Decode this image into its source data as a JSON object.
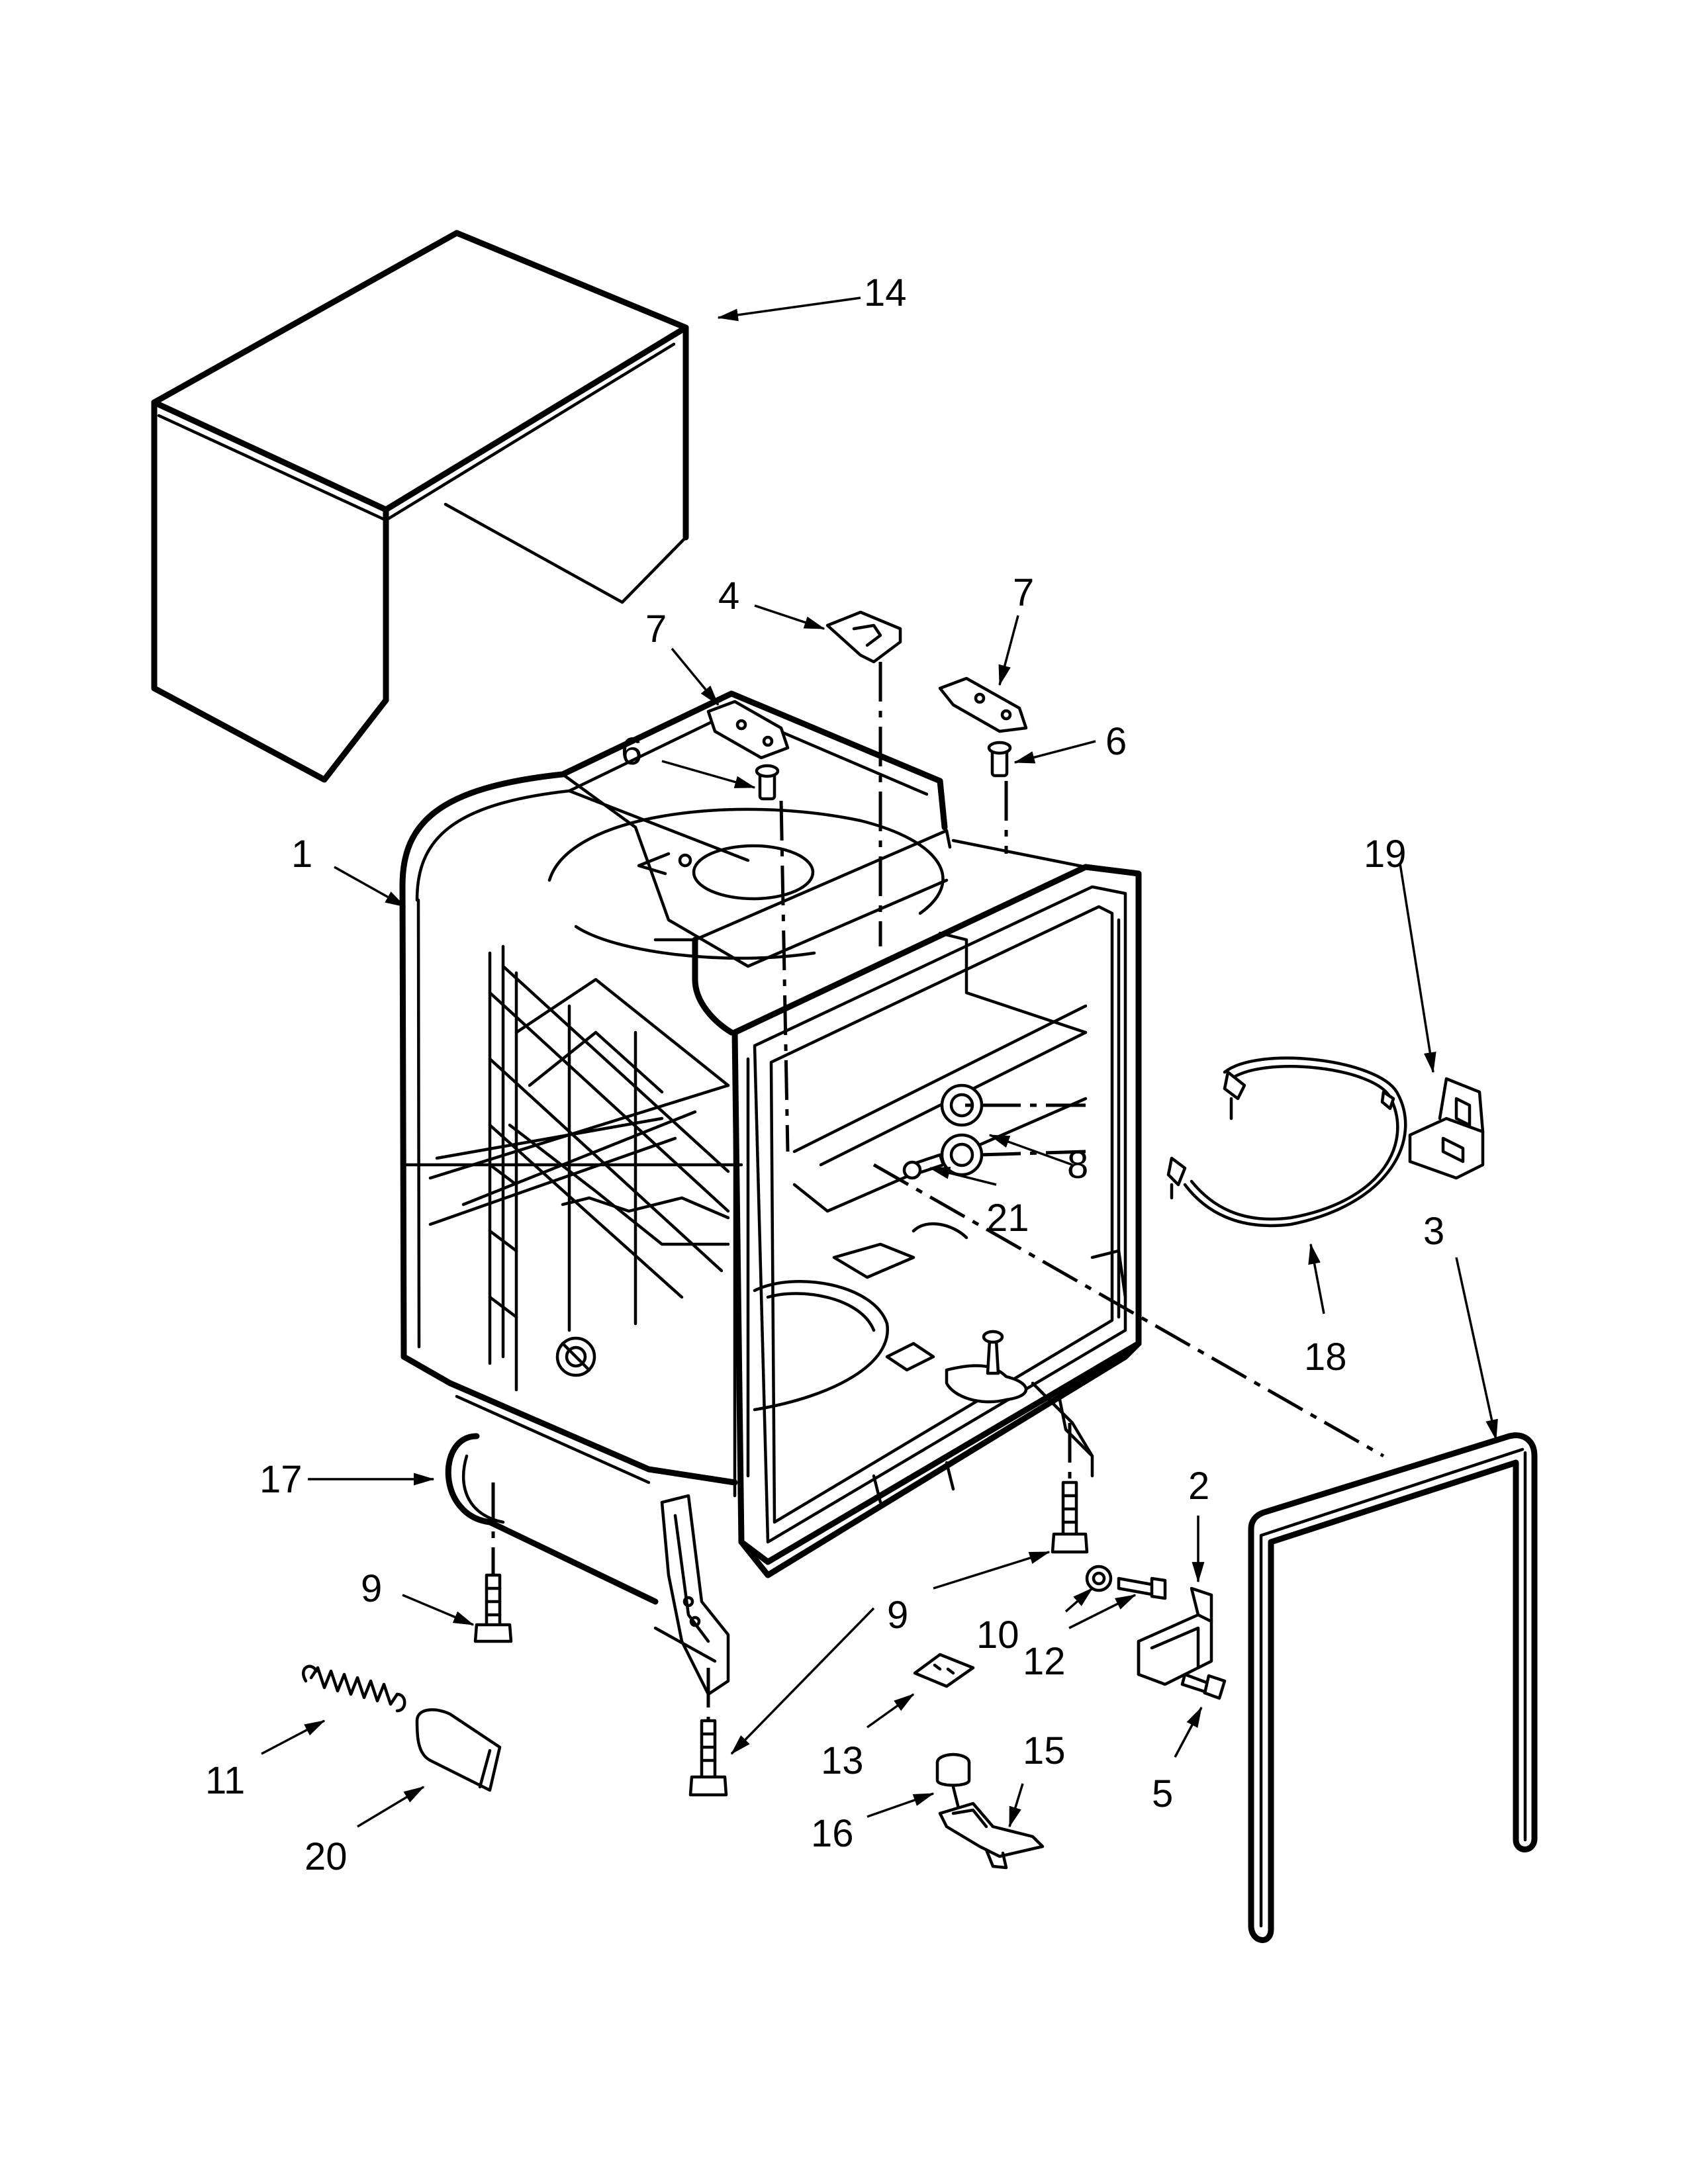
{
  "diagram": {
    "type": "exploded-parts-diagram",
    "callouts": [
      {
        "id": "c1",
        "label": "1"
      },
      {
        "id": "c2",
        "label": "2"
      },
      {
        "id": "c3",
        "label": "3"
      },
      {
        "id": "c4",
        "label": "4"
      },
      {
        "id": "c5",
        "label": "5"
      },
      {
        "id": "c6a",
        "label": "6"
      },
      {
        "id": "c6b",
        "label": "6"
      },
      {
        "id": "c7a",
        "label": "7"
      },
      {
        "id": "c7b",
        "label": "7"
      },
      {
        "id": "c8",
        "label": "8"
      },
      {
        "id": "c9a",
        "label": "9"
      },
      {
        "id": "c9b",
        "label": "9"
      },
      {
        "id": "c10",
        "label": "10"
      },
      {
        "id": "c11",
        "label": "11"
      },
      {
        "id": "c12",
        "label": "12"
      },
      {
        "id": "c13",
        "label": "13"
      },
      {
        "id": "c14",
        "label": "14"
      },
      {
        "id": "c15",
        "label": "15"
      },
      {
        "id": "c16",
        "label": "16"
      },
      {
        "id": "c17",
        "label": "17"
      },
      {
        "id": "c18",
        "label": "18"
      },
      {
        "id": "c19",
        "label": "19"
      },
      {
        "id": "c20",
        "label": "20"
      },
      {
        "id": "c21",
        "label": "21"
      }
    ]
  }
}
